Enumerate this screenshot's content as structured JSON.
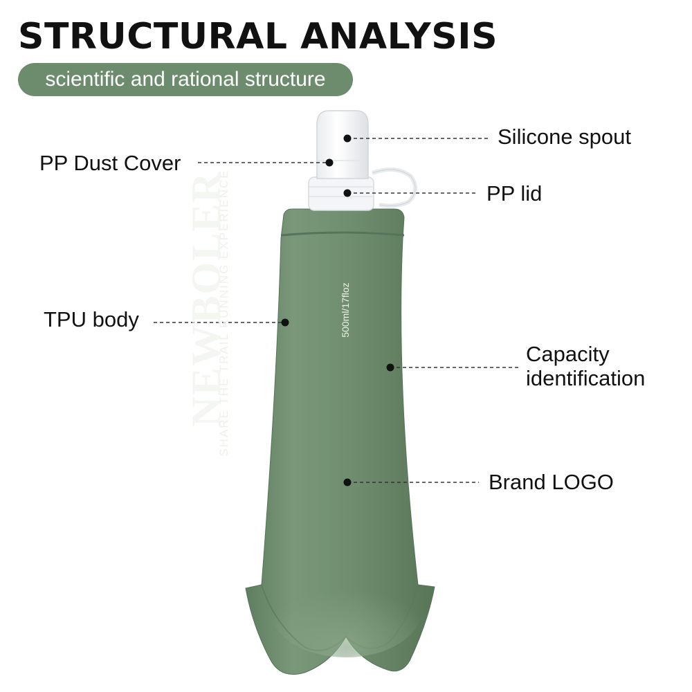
{
  "header": {
    "title": "STRUCTURAL ANALYSIS",
    "subtitle": "scientific and rational structure"
  },
  "callouts": {
    "silicone_spout": "Silicone spout",
    "pp_dust_cover": "PP Dust Cover",
    "pp_lid": "PP lid",
    "tpu_body": "TPU body",
    "capacity_line1": "Capacity",
    "capacity_line2": "identification",
    "brand_logo": "Brand LOGO"
  },
  "bottle": {
    "brand": "NEWBOLER",
    "tagline": "SHARE THE TRAIL RUNNING EXPERIENCE",
    "capacity": "500ml/17floz"
  },
  "colors": {
    "accent_green": "#6c8c6d",
    "bottle_green": "#6f8d6e",
    "text": "#111111"
  }
}
